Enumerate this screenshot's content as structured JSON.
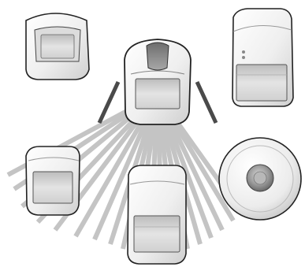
{
  "scene": {
    "subjects": [
      "motion-detector-1",
      "motion-detector-2",
      "motion-detector-3",
      "motion-detector-4",
      "motion-detector-5",
      "ceiling-motion-detector"
    ]
  },
  "colors": {
    "background": "#ffffff",
    "beam_light": "#c4c4c4",
    "beam_dark": "#4a4a4a",
    "housing": "#f2f2f2",
    "outline": "#222222",
    "lens": "#d6d6d6",
    "lens_frame": "#bdbdbd"
  }
}
